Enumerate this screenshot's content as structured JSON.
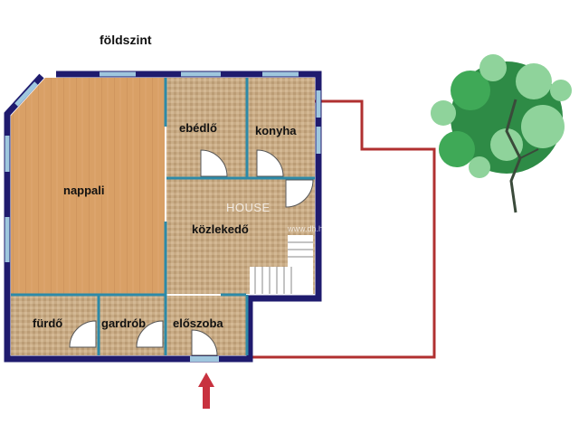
{
  "plan": {
    "title": "földszint",
    "rooms": {
      "nappali": "nappali",
      "ebedlo": "ebédlő",
      "konyha": "konyha",
      "kozlekedo": "közlekedő",
      "furdo": "fürdő",
      "gardrob": "gardrób",
      "eloszoba": "előszoba"
    },
    "watermark": "HOUSE",
    "watermark_url": "www.dh.hu"
  },
  "colors": {
    "wall": "#1f1b6e",
    "wood": "#d9a066",
    "tile": "#c9ac86",
    "window": "#9fc7de",
    "door_trim": "#2d8aa8",
    "plot_line": "#b03030",
    "entrance_arrow": "#c8323f",
    "tree_dark": "#2e8b46",
    "tree_light": "#8fd39b"
  },
  "icons": {
    "entrance": "entrance-arrow-icon",
    "tree": "tree-icon"
  }
}
